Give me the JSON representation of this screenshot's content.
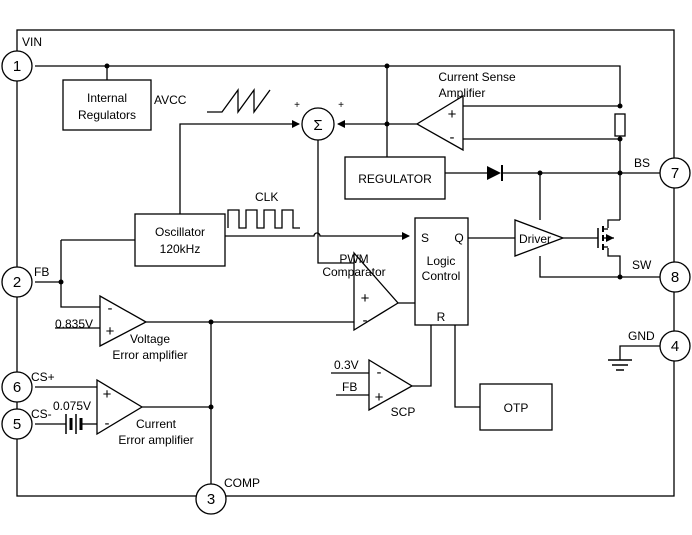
{
  "pins": {
    "vin": {
      "num": "1",
      "name": "VIN"
    },
    "fb": {
      "num": "2",
      "name": "FB"
    },
    "comp": {
      "num": "3",
      "name": "COMP"
    },
    "gnd": {
      "num": "4",
      "name": "GND"
    },
    "cs_minus": {
      "num": "5",
      "name": "CS-"
    },
    "cs_plus": {
      "num": "6",
      "name": "CS+"
    },
    "bs": {
      "num": "7",
      "name": "BS"
    },
    "sw": {
      "num": "8",
      "name": "SW"
    }
  },
  "blocks": {
    "internal_regulators": {
      "line1": "Internal",
      "line2": "Regulators"
    },
    "oscillator": {
      "line1": "Oscillator",
      "line2": "120kHz"
    },
    "regulator": {
      "label": "REGULATOR"
    },
    "logic_control": {
      "line1": "Logic",
      "line2": "Control",
      "s": "S",
      "q": "Q",
      "r": "R"
    },
    "driver": {
      "label": "Driver"
    },
    "otp": {
      "label": "OTP"
    }
  },
  "labels": {
    "avcc": "AVCC",
    "clk": "CLK",
    "sum": "Σ",
    "plus": "+",
    "minus": "-",
    "current_sense_amp": {
      "line1": "Current Sense",
      "line2": "Amplifier"
    },
    "pwm_comparator": {
      "line1": "PWM",
      "line2": "Comparator"
    },
    "voltage_error_amp": {
      "line1": "Voltage",
      "line2": "Error amplifier"
    },
    "current_error_amp": {
      "line1": "Current",
      "line2": "Error amplifier"
    },
    "scp": "SCP",
    "ref_0835": "0.835V",
    "ref_03": "0.3V",
    "ref_0075": "0.075V",
    "fb_in": "FB"
  }
}
